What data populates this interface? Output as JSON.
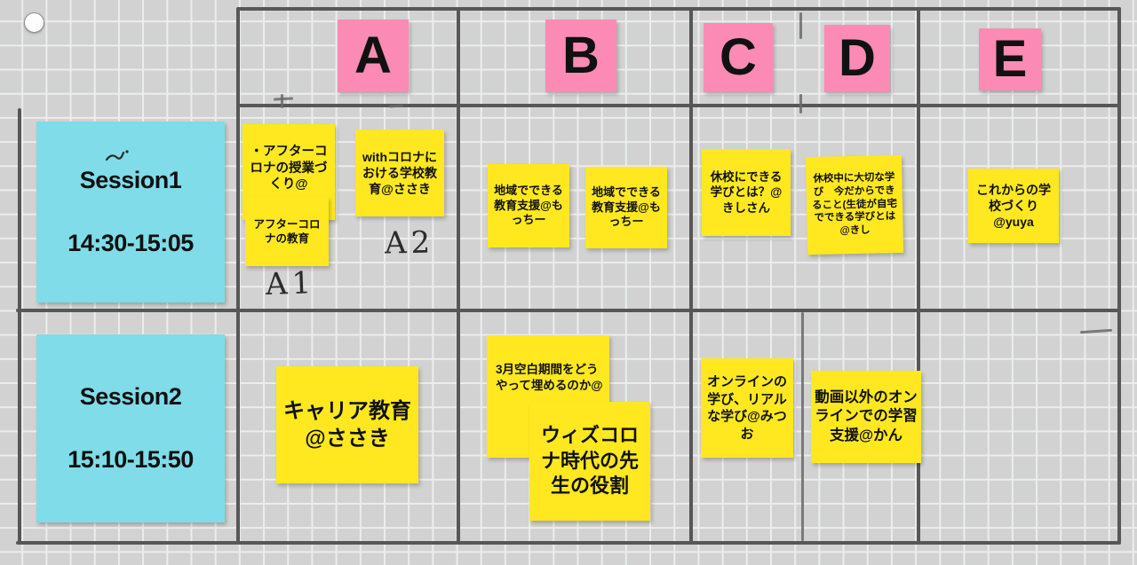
{
  "board": {
    "background_color": "#d2d2d2",
    "grid_line_color": "#eceded",
    "marker_line_color": "#575757"
  },
  "palette": {
    "pink": "#fb8bb4",
    "yellow": "#ffe81f",
    "blue": "#7fdce8",
    "ink": "#111111"
  },
  "column_headers": [
    {
      "label": "A"
    },
    {
      "label": "B"
    },
    {
      "label": "C"
    },
    {
      "label": "D"
    },
    {
      "label": "E"
    }
  ],
  "row_headers": [
    {
      "title": "Session1",
      "time": "14:30-15:05"
    },
    {
      "title": "Session2",
      "time": "15:10-15:50"
    }
  ],
  "annotations": [
    {
      "text": "A1"
    },
    {
      "text": "A2"
    }
  ],
  "notes": {
    "session1": {
      "a1_back": "・アフターコロナの授業づくり@",
      "a1_front": "アフターコロナの教育",
      "a2": "withコロナにおける学校教育@ささき",
      "b1": "地域でできる教育支援@もっちー",
      "b2": "地域でできる教育支援@もっちー",
      "c1": "休校にできる学びとは？@きしさん",
      "d1": "休校中に大切な学び　今だからできること(生徒が自宅でできる学びとは@きし",
      "e1": "これからの学校づくり@yuya"
    },
    "session2": {
      "a1": "キャリア教育@ささき",
      "b1_back": "3月空白期間をどうやって埋めるのか@",
      "b2_front": "ウィズコロナ時代の先生の役割",
      "c1": "オンラインの学び、リアルな学び@みつお",
      "d1": "動画以外のオンラインでの学習支援@かん"
    }
  }
}
